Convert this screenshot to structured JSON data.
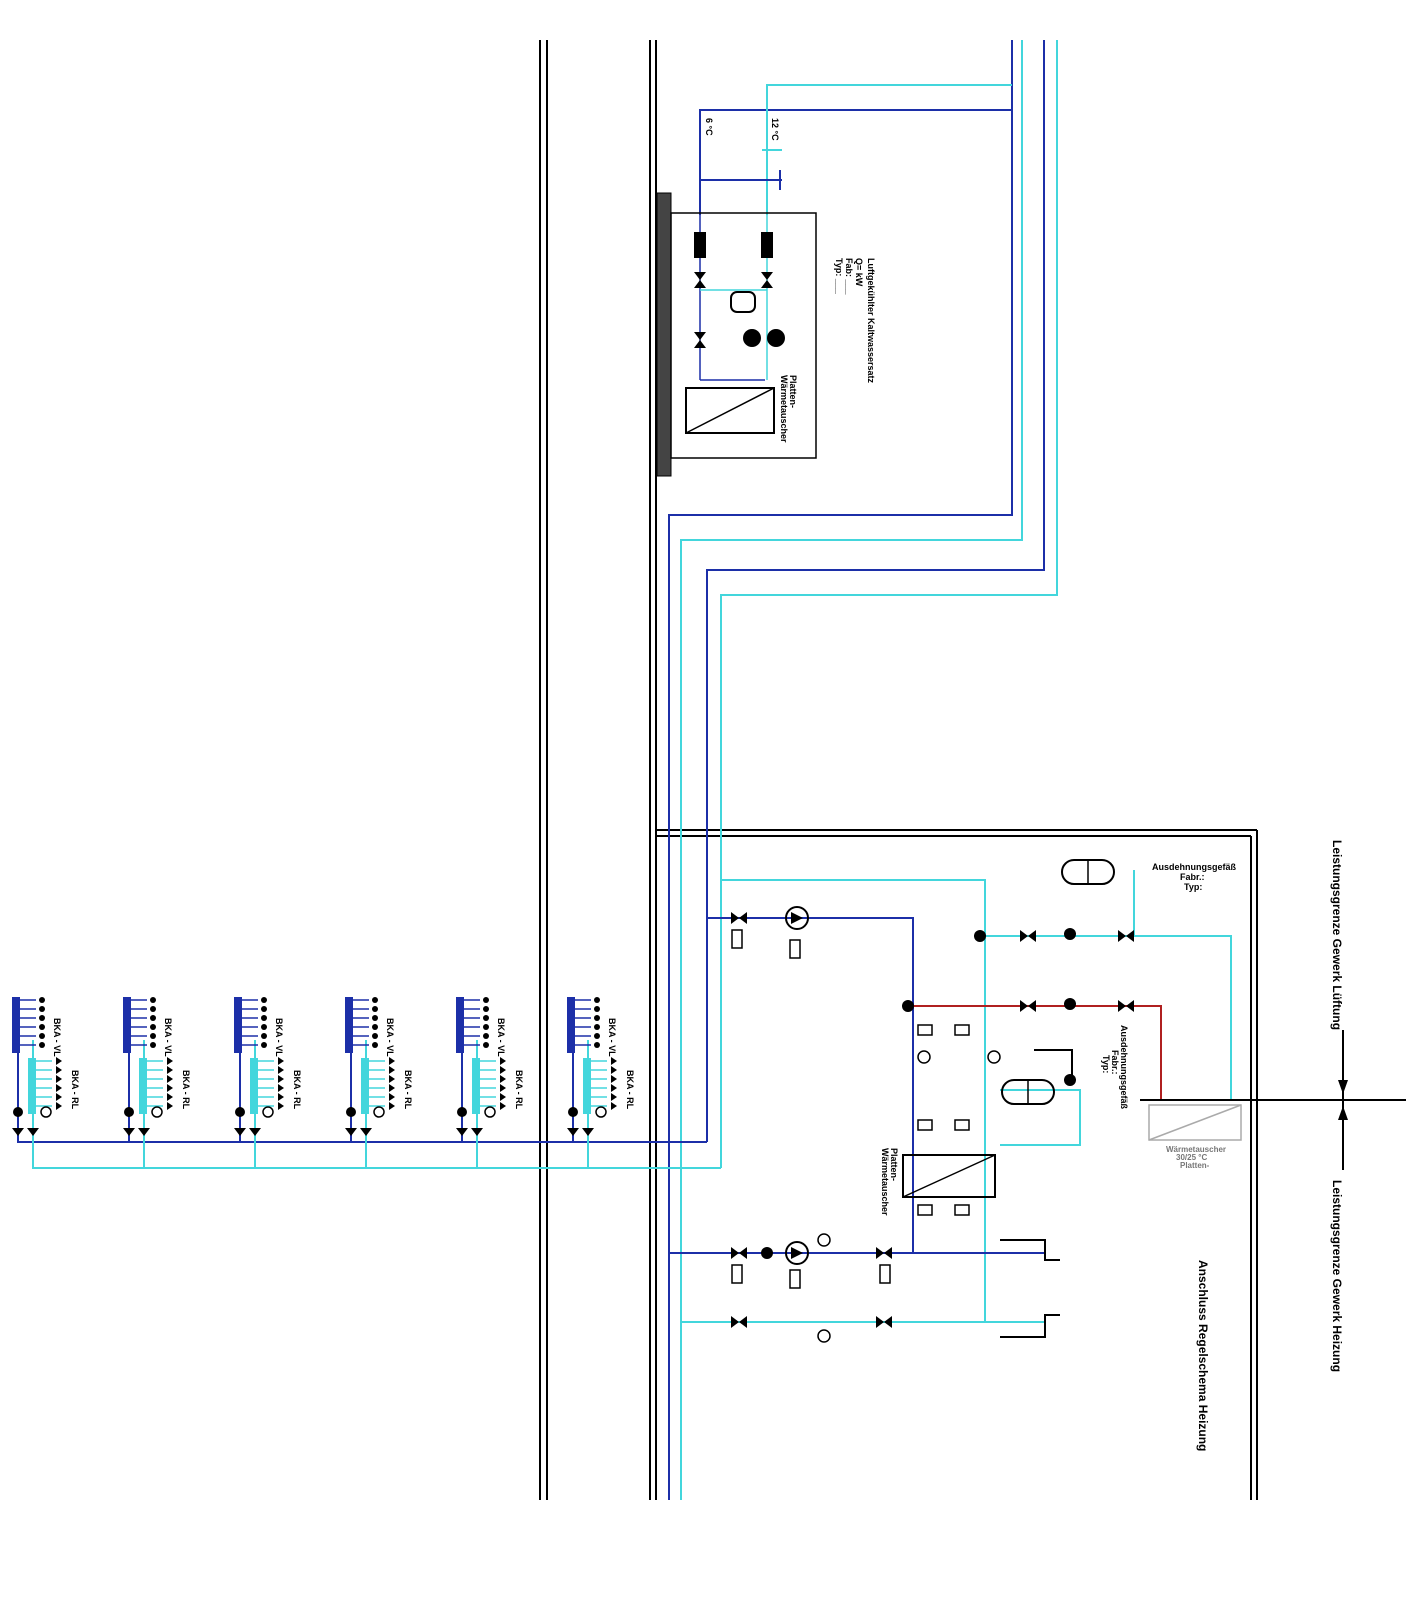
{
  "colors": {
    "supply": "#1c2fa8",
    "return": "#43d6dc",
    "heating": "#b02020",
    "line": "#000000",
    "grey": "#999999"
  },
  "chiller": {
    "title": "Luftgekühlter Kaltwassersatz",
    "q": "Q= kW",
    "fab": "Fab: ___",
    "typ": "Typ: ___",
    "hx_label": "Platten-\nWärmetauscher",
    "temp_supply": "6 °C",
    "temp_return": "12 °C"
  },
  "heating_station": {
    "expansion_top": [
      "Ausdehnungsgefäß",
      "Fabr.:",
      "Typ:"
    ],
    "expansion_mid": [
      "Ausdehnungsgefäß",
      "Fabr.:",
      "Typ:"
    ],
    "hx_label": [
      "Platten-",
      "Wärmetauscher"
    ],
    "hx_grey_label": [
      "Wärmetauscher",
      "30/25 °C",
      "Platten-"
    ],
    "connection_label": "Anschluss Regelschema Heizung"
  },
  "boundary": {
    "upper": "Leistungsgrenze Gewerk Lüftung",
    "lower": "Leistungsgrenze Gewerk Heizung"
  },
  "distributors": {
    "count": 6,
    "vl_label": "BKA - VL",
    "rl_label": "BKA - RL"
  }
}
